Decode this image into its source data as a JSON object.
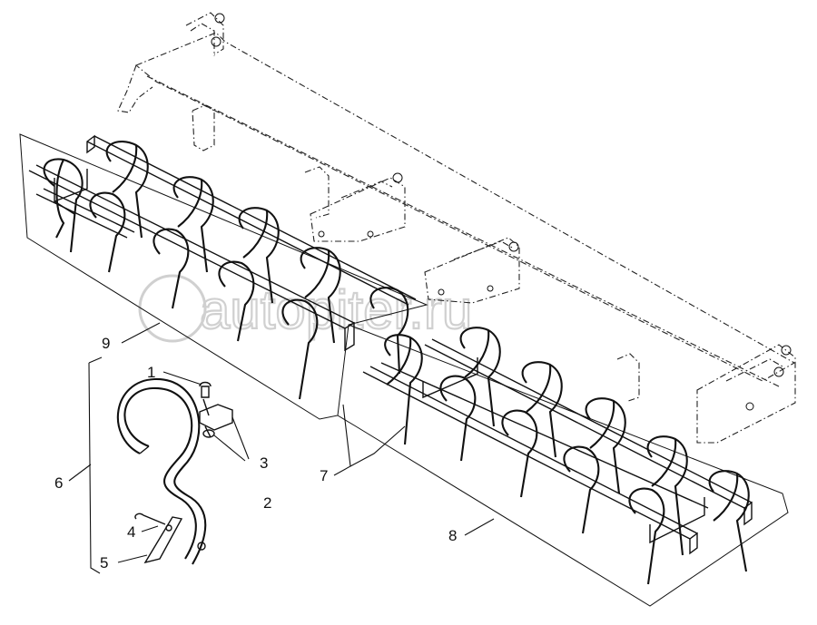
{
  "diagram": {
    "watermark": "autopiter.ru",
    "callouts": [
      {
        "id": "callout-1",
        "text": "1"
      },
      {
        "id": "callout-2",
        "text": "2"
      },
      {
        "id": "callout-3",
        "text": "3"
      },
      {
        "id": "callout-4",
        "text": "4"
      },
      {
        "id": "callout-5",
        "text": "5"
      },
      {
        "id": "callout-6",
        "text": "6"
      },
      {
        "id": "callout-7",
        "text": "7"
      },
      {
        "id": "callout-8",
        "text": "8"
      },
      {
        "id": "callout-9",
        "text": "9"
      }
    ]
  }
}
